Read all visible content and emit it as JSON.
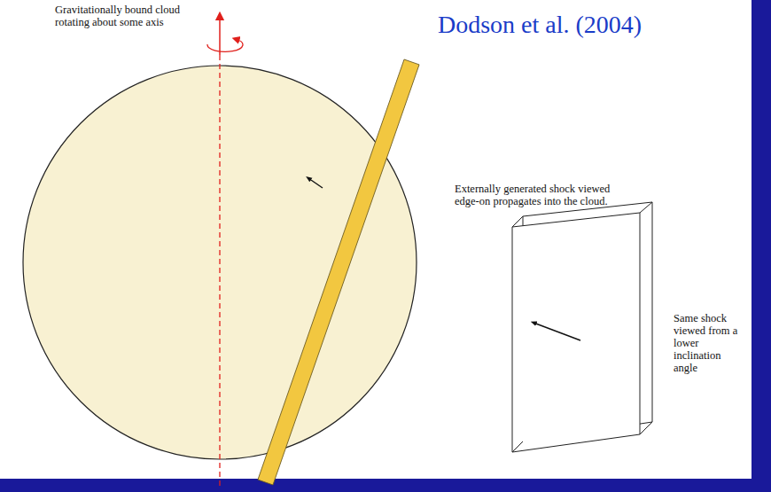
{
  "diagram": {
    "title": "Dodson et al. (2004)",
    "labels": [
      "Gravitationally bound cloud rotating about some axis",
      "Externally generated shock viewed edge-on propagates into the cloud.",
      "Same shock viewed from a lower inclination angle"
    ]
  }
}
